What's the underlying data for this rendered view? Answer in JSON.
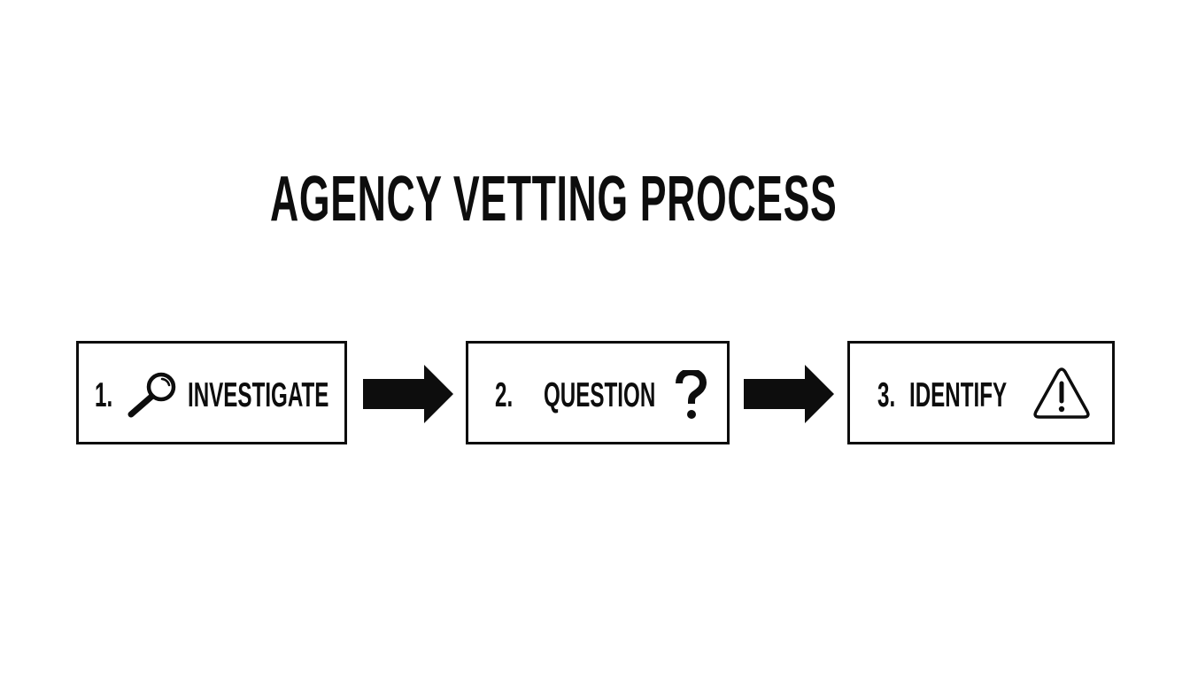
{
  "title": "AGENCY VETTING PROCESS",
  "steps": [
    {
      "number": "1.",
      "label": "INVESTIGATE",
      "icon": "magnifying-glass-icon"
    },
    {
      "number": "2.",
      "label": "QUESTION",
      "icon": "question-mark-icon"
    },
    {
      "number": "3.",
      "label": "IDENTIFY",
      "icon": "warning-triangle-icon"
    }
  ],
  "connectors": [
    {
      "from": 1,
      "to": 2,
      "icon": "right-arrow-icon"
    },
    {
      "from": 2,
      "to": 3,
      "icon": "right-arrow-icon"
    }
  ],
  "colors": {
    "foreground": "#0d0d0d",
    "background": "#ffffff"
  }
}
